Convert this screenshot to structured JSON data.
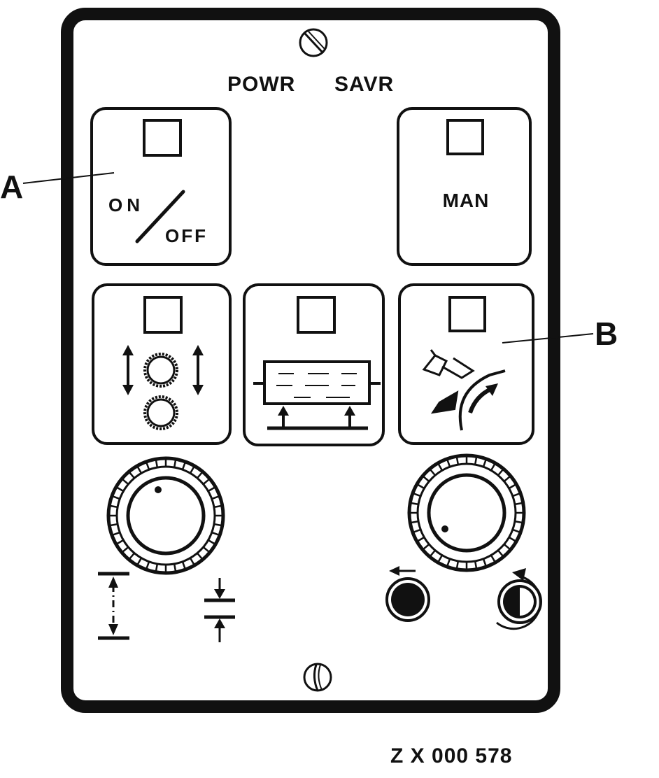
{
  "panel": {
    "title_left": "POWR",
    "title_right": "SAVR"
  },
  "buttons": {
    "on_off": {
      "on_label": "ON",
      "off_label": "OFF"
    },
    "manual": {
      "label": "MAN"
    }
  },
  "callouts": {
    "a": "A",
    "b": "B"
  },
  "figure_code": "Z X 000 578",
  "colors": {
    "ink": "#111111",
    "paper": "#ffffff"
  }
}
